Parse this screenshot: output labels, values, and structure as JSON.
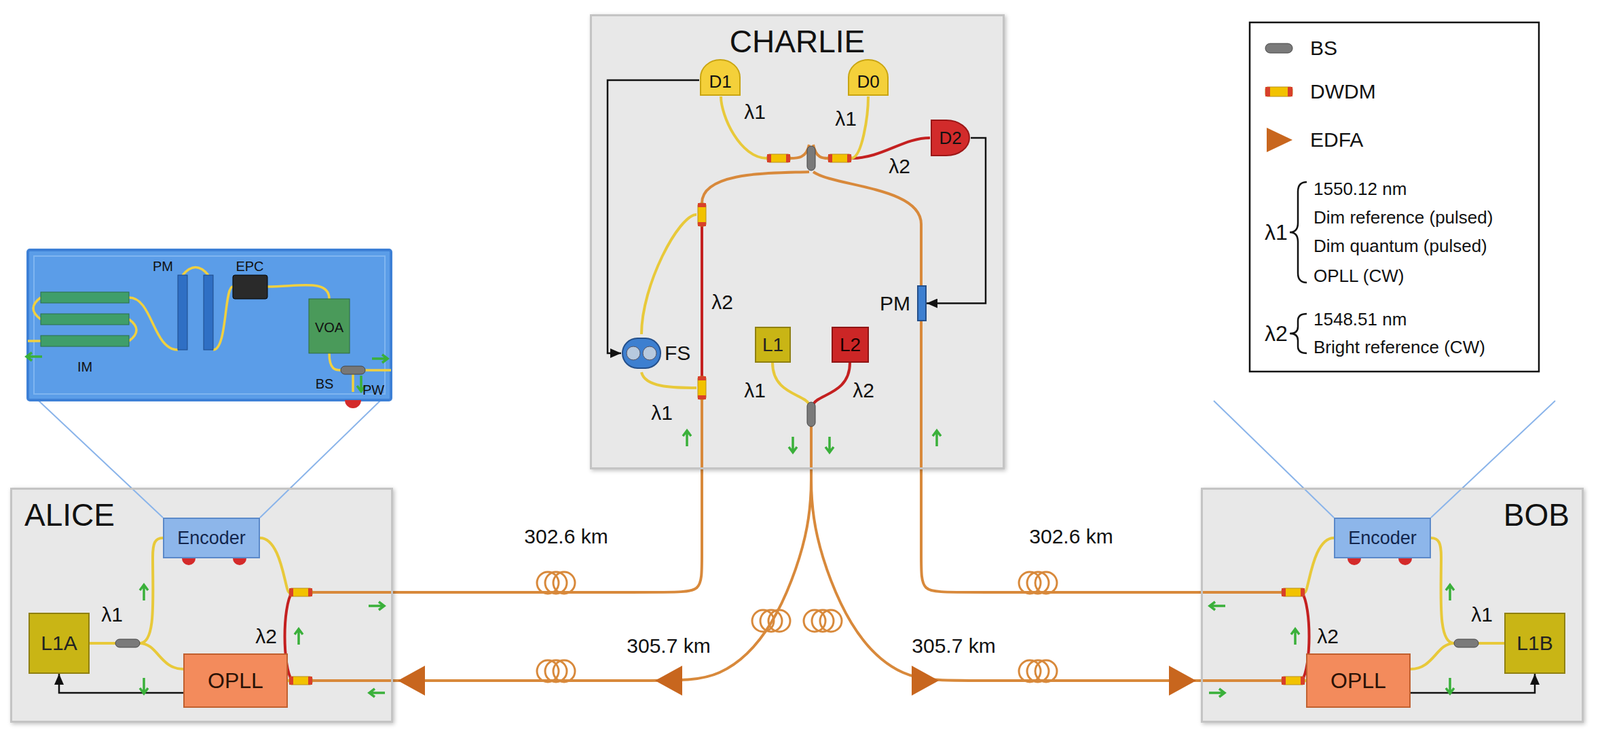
{
  "diagram": {
    "nodes": [
      {
        "text": [
          "ALICE"
        ]
      },
      {
        "text": [
          "Encoder"
        ],
        "in": 0
      },
      {
        "text": [
          "L1A"
        ],
        "in": 0
      },
      {
        "text": [
          "OPLL"
        ],
        "in": 0
      },
      {
        "text": [
          "CHARLIE"
        ]
      },
      {
        "text": [
          "D1"
        ],
        "in": 4
      },
      {
        "text": [
          "D0"
        ],
        "in": 4
      },
      {
        "text": [
          "D2"
        ],
        "in": 4
      },
      {
        "text": [
          "FS"
        ],
        "in": 4
      },
      {
        "text": [
          "PM"
        ],
        "in": 4
      },
      {
        "text": [
          "L1"
        ],
        "in": 4
      },
      {
        "text": [
          "L2"
        ],
        "in": 4
      },
      {
        "text": [
          "BOB"
        ]
      },
      {
        "text": [
          "Encoder"
        ],
        "in": 12
      },
      {
        "text": [
          "OPLL"
        ],
        "in": 12
      },
      {
        "text": [
          "L1B"
        ],
        "in": 12
      }
    ],
    "edges": [
      {
        "from": 0,
        "to": 4,
        "label": "302.6 km",
        "arrow": "none"
      },
      {
        "from": 4,
        "to": 0,
        "label": "305.7 km",
        "arrow": "none"
      },
      {
        "from": 12,
        "to": 4,
        "label": "302.6 km",
        "arrow": "none"
      },
      {
        "from": 4,
        "to": 12,
        "label": "305.7 km",
        "arrow": "none"
      },
      {
        "from": 5,
        "to": 8,
        "arrow": "to"
      },
      {
        "from": 7,
        "to": 9,
        "arrow": "to"
      },
      {
        "from": 3,
        "to": 2,
        "arrow": "to"
      },
      {
        "from": 14,
        "to": 15,
        "arrow": "to"
      }
    ],
    "labels": [
      "IM",
      "PM",
      "EPC",
      "VOA",
      "BS",
      "PW",
      "λ1",
      "λ2",
      "λ1",
      "λ1",
      "λ2",
      "λ2",
      "λ1",
      "λ1",
      "λ2",
      "λ2",
      "λ1",
      "λ1",
      "1550.12 nm",
      "Dim reference (pulsed)",
      "Dim quantum (pulsed)",
      "OPLL (CW)",
      "λ2",
      "1548.51 nm",
      "Bright reference (CW)"
    ],
    "legend": [
      {
        "text": "BS"
      },
      {
        "text": "DWDM"
      },
      {
        "text": "EDFA"
      }
    ]
  }
}
